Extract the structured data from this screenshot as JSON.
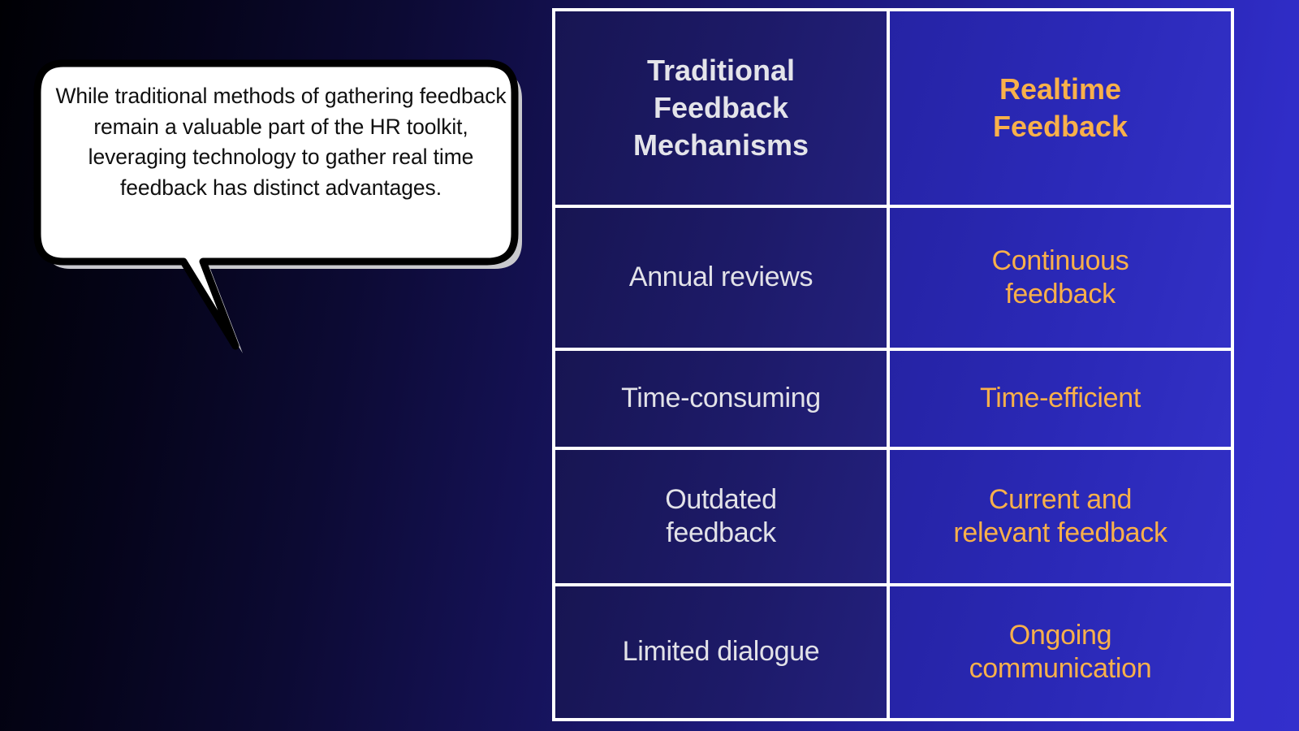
{
  "background": {
    "gradient_from": "#000004",
    "gradient_to": "#332fcc"
  },
  "callout": {
    "text": "While traditional methods of gathering feedback remain a valuable part of the HR toolkit, leveraging technology to gather real time feedback has distinct advantages.",
    "bubble_fill": "#ffffff",
    "bubble_outline": "#000000",
    "text_color": "#101010"
  },
  "table": {
    "border_color": "#ffffff",
    "left_column_bg": "#1d1a68",
    "right_column_bg": "#2b29b8",
    "left_text_color": "#e2e2e8",
    "right_text_color": "#f9b04a",
    "headers": {
      "left": "Traditional\nFeedback\nMechanisms",
      "right": "Realtime\nFeedback"
    },
    "rows": [
      {
        "left": "Annual reviews",
        "right": "Continuous\nfeedback"
      },
      {
        "left": "Time-consuming",
        "right": "Time-efficient"
      },
      {
        "left": "Outdated\nfeedback",
        "right": "Current and\nrelevant feedback"
      },
      {
        "left": "Limited dialogue",
        "right": "Ongoing\ncommunication"
      }
    ]
  }
}
